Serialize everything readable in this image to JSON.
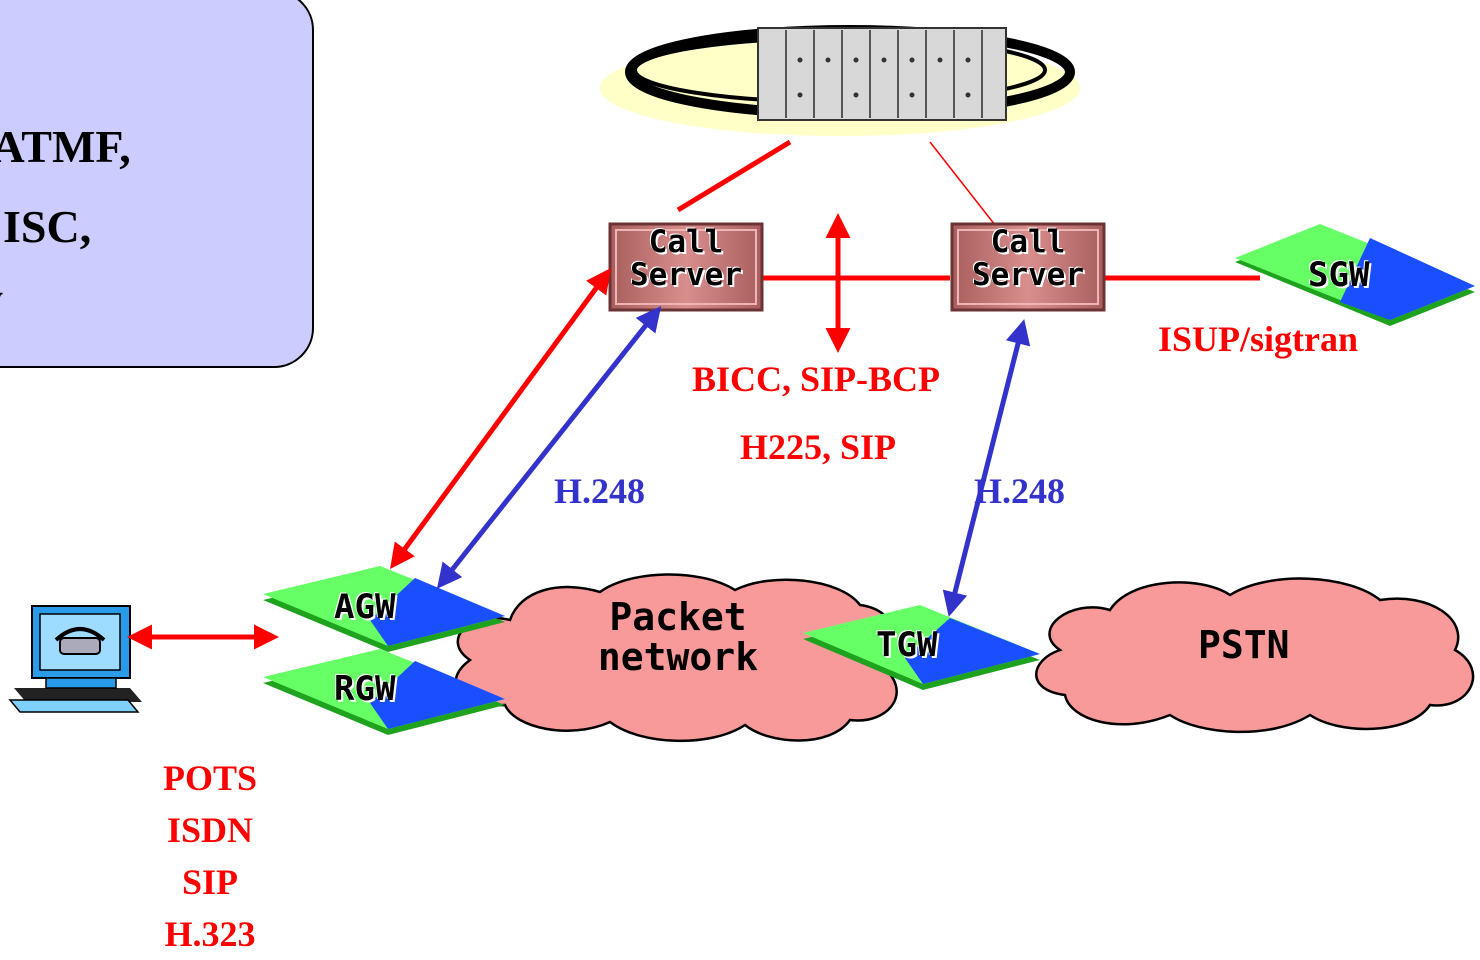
{
  "callout": {
    "lines": [
      ",ATMF,",
      ", ISC,",
      "y"
    ]
  },
  "nodes": {
    "call_server_left": "Call\nServer",
    "call_server_right": "Call\nServer",
    "sgw": "SGW",
    "agw": "AGW",
    "rgw": "RGW",
    "tgw": "TGW",
    "packet_network": "Packet\nnetwork",
    "pstn": "PSTN"
  },
  "labels": {
    "isup": "ISUP/sigtran",
    "bicc": "BICC, SIP-BCP",
    "h225": "H225, SIP",
    "h248_left": "H.248",
    "h248_right": "H.248",
    "access": [
      "POTS",
      "ISDN",
      "SIP",
      "H.323"
    ]
  },
  "colors": {
    "control_link": "#ff0000",
    "gateway_link": "#3333cc",
    "cloud": "#f99a9a",
    "call_server": "#c87a7a",
    "gateway_top_green": "#66ff66",
    "gateway_top_blue": "#1a4fff",
    "gateway_side": "#1fa31f"
  }
}
